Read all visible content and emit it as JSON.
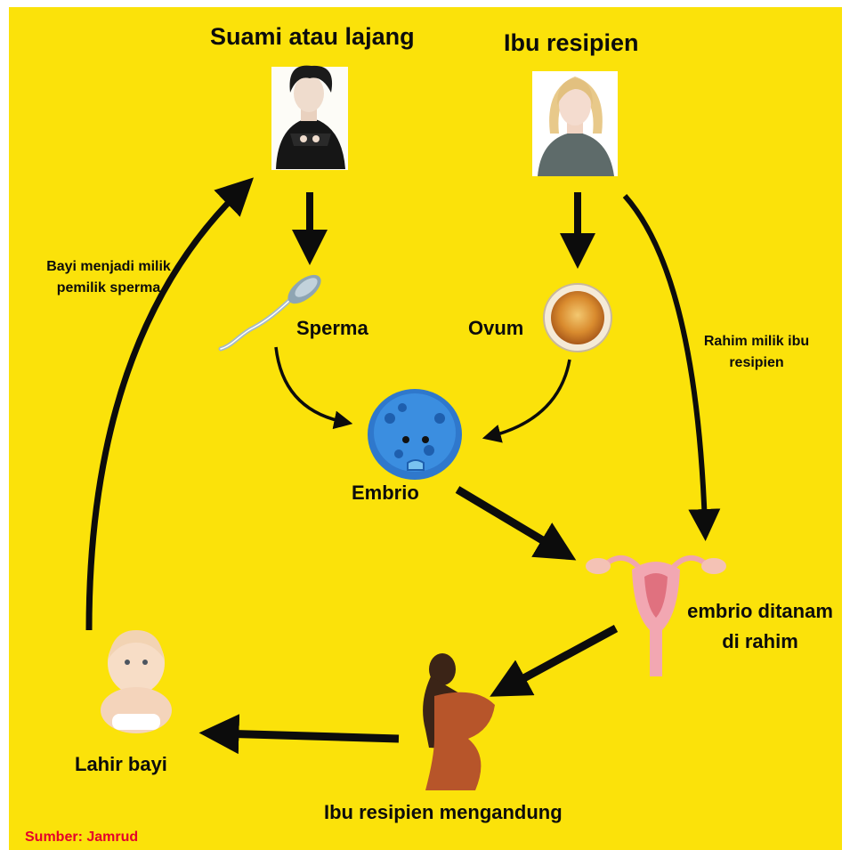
{
  "nodes": {
    "husband": "Suami atau lajang",
    "recipient_mother": "Ibu resipien",
    "sperm": "Sperma",
    "ovum": "Ovum",
    "embryo": "Embrio",
    "implant_line1": "embrio ditanam",
    "implant_line2": "di rahim",
    "pregnant": "Ibu resipien mengandung",
    "birth": "Lahir bayi"
  },
  "edge_labels": {
    "baby_owner_line1": "Bayi menjadi milik",
    "baby_owner_line2": "pemilik sperma",
    "womb_owner_line1": "Rahim milik ibu",
    "womb_owner_line2": "resipien"
  },
  "source": "Sumber: Jamrud",
  "colors": {
    "background": "#fbe20a",
    "arrow": "#0c0c0c",
    "source_text": "#e4002b"
  },
  "icons": [
    "man-portrait-icon",
    "woman-portrait-icon",
    "sperm-cell-icon",
    "ovum-cell-icon",
    "embryo-blob-icon",
    "uterus-icon",
    "pregnant-woman-icon",
    "baby-icon"
  ]
}
